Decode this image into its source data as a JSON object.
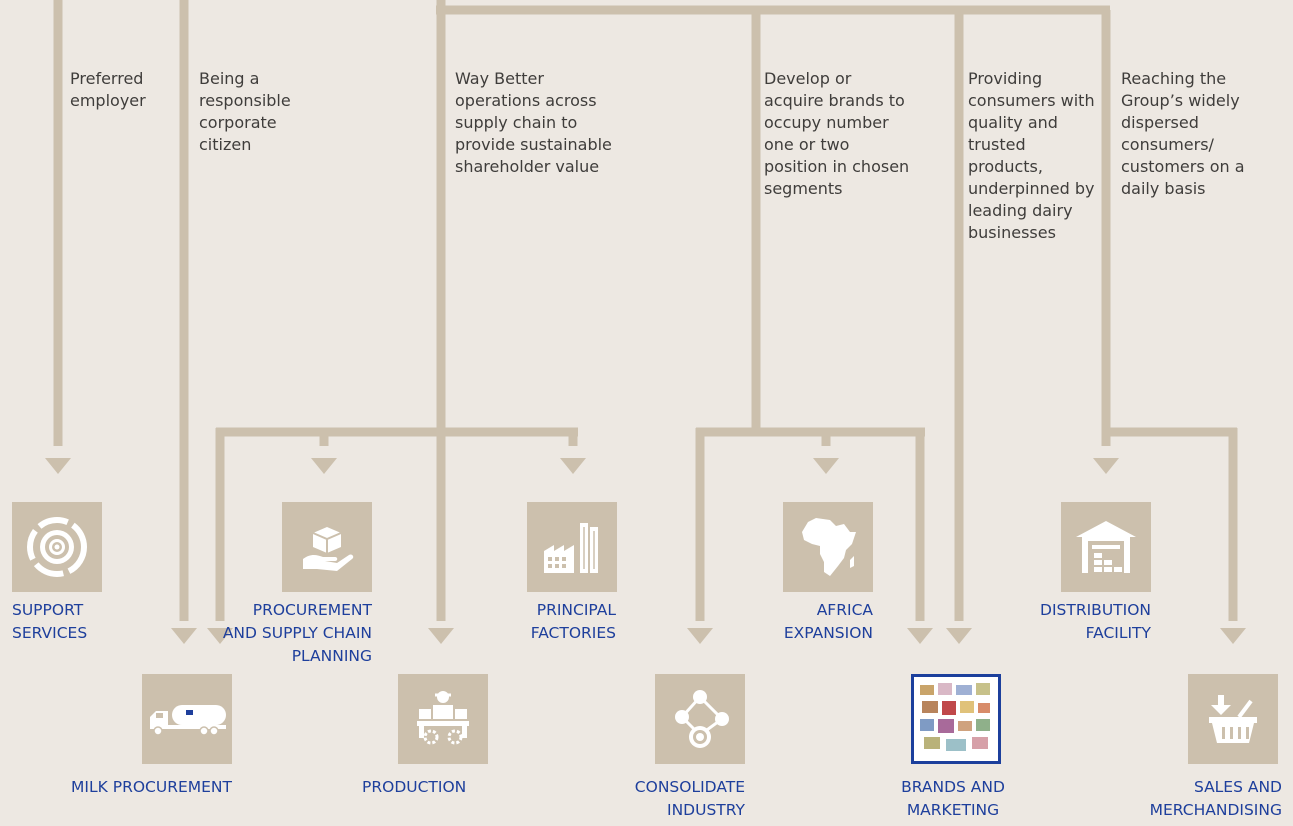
{
  "colors": {
    "background": "#ede8e2",
    "connector": "#ccc0ad",
    "tile": "#ccc0ad",
    "label": "#1e3f9c",
    "text": "#3f3d3b"
  },
  "strategic_pillars": [
    {
      "text": "Preferred employer"
    },
    {
      "text": "Being a responsible corporate citizen"
    },
    {
      "text": "Way Better operations across supply chain to provide sustainable shareholder value"
    },
    {
      "text": "Develop or acquire brands to occupy number one or two position in chosen segments"
    },
    {
      "text": "Providing consumers with quality and trusted products, underpinned by leading dairy businesses"
    },
    {
      "text": "Reaching the Group’s widely dispersed consumers/ customers on a daily basis"
    }
  ],
  "value_chain": [
    {
      "label": "SUPPORT SERVICES",
      "icon": "gear-target-icon"
    },
    {
      "label": "MILK PROCUREMENT",
      "icon": "milk-tanker-truck-icon"
    },
    {
      "label": "PROCUREMENT AND SUPPLY CHAIN PLANNING",
      "icon": "hand-holding-box-icon"
    },
    {
      "label": "PRODUCTION",
      "icon": "worker-conveyor-icon"
    },
    {
      "label": "PRINCIPAL FACTORIES",
      "icon": "factory-building-icon"
    },
    {
      "label": "CONSOLIDATE INDUSTRY",
      "icon": "connected-network-icon"
    },
    {
      "label": "AFRICA EXPANSION",
      "icon": "africa-map-icon"
    },
    {
      "label": "BRANDS AND MARKETING",
      "icon": "product-collage-image"
    },
    {
      "label": "DISTRIBUTION FACILITY",
      "icon": "warehouse-icon"
    },
    {
      "label": "SALES AND MERCHANDISING",
      "icon": "shopping-basket-icon"
    }
  ]
}
